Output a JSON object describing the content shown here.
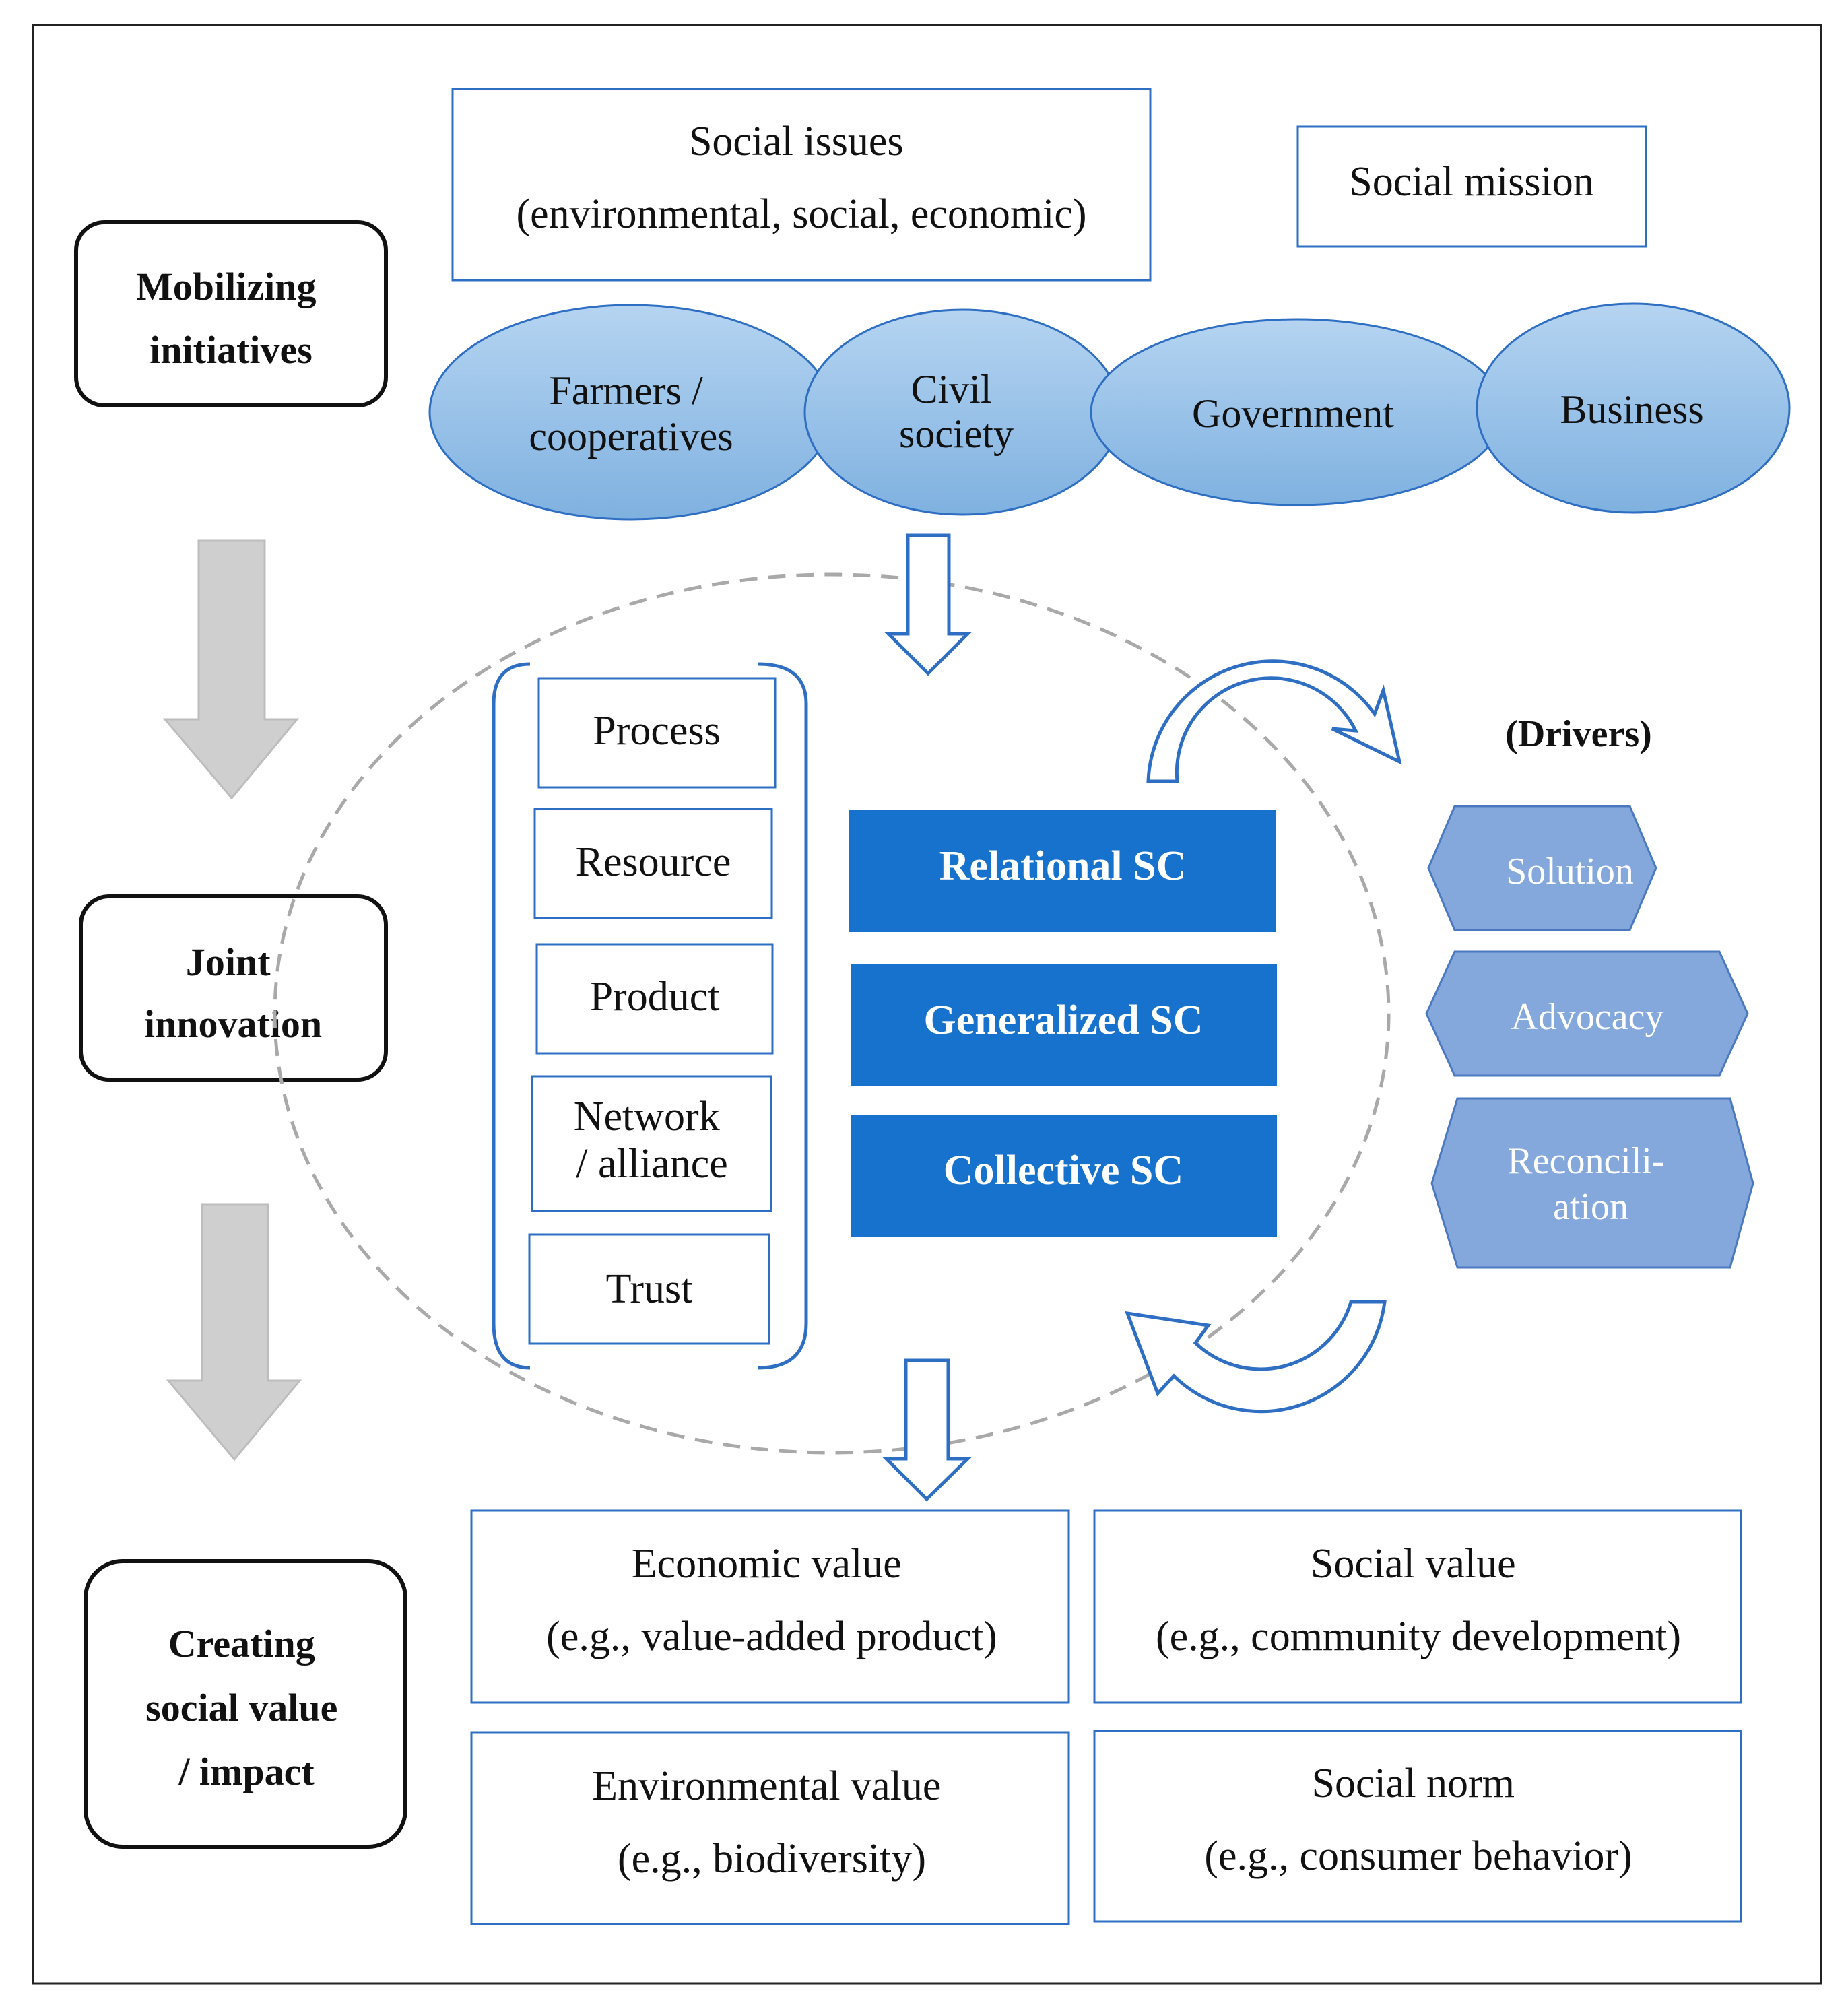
{
  "stages": [
    {
      "lines": [
        "Mobilizing",
        "initiatives"
      ]
    },
    {
      "lines": [
        "Joint",
        "innovation"
      ]
    },
    {
      "lines": [
        "Creating",
        "social value",
        "/ impact"
      ]
    }
  ],
  "social_issues": {
    "lines": [
      "Social issues",
      "(environmental, social, economic)"
    ]
  },
  "social_mission": "Social mission",
  "actors": [
    {
      "lines": [
        "Farmers /",
        "cooperatives"
      ]
    },
    {
      "lines": [
        "Civil",
        "society"
      ]
    },
    {
      "lines": [
        "Government"
      ]
    },
    {
      "lines": [
        "Business"
      ]
    }
  ],
  "innovation_types": [
    {
      "lines": [
        "Process"
      ]
    },
    {
      "lines": [
        "Resource"
      ]
    },
    {
      "lines": [
        "Product"
      ]
    },
    {
      "lines": [
        "Network",
        "/ alliance"
      ]
    },
    {
      "lines": [
        "Trust"
      ]
    }
  ],
  "social_capital": [
    "Relational SC",
    "Generalized SC",
    "Collective SC"
  ],
  "drivers": {
    "header": "(Drivers)",
    "items": [
      {
        "lines": [
          "Solution"
        ]
      },
      {
        "lines": [
          "Advocacy"
        ]
      },
      {
        "lines": [
          "Reconcili-",
          "ation"
        ]
      }
    ]
  },
  "outcomes": [
    {
      "lines": [
        "Economic value",
        "(e.g., value-added product)"
      ]
    },
    {
      "lines": [
        "Social value",
        "(e.g., community development)"
      ]
    },
    {
      "lines": [
        "Environmental value",
        "(e.g., biodiversity)"
      ]
    },
    {
      "lines": [
        "Social norm",
        "(e.g., consumer behavior)"
      ]
    }
  ],
  "colors": {
    "box_border": "#2e6fc4",
    "sc_fill": "#1672cc",
    "ellipse_fill": "#93bfe6",
    "driver_fill": "#84a8dc",
    "stage_arrow": "#cfcfcf",
    "dashed_circle": "#a9a9a9"
  }
}
